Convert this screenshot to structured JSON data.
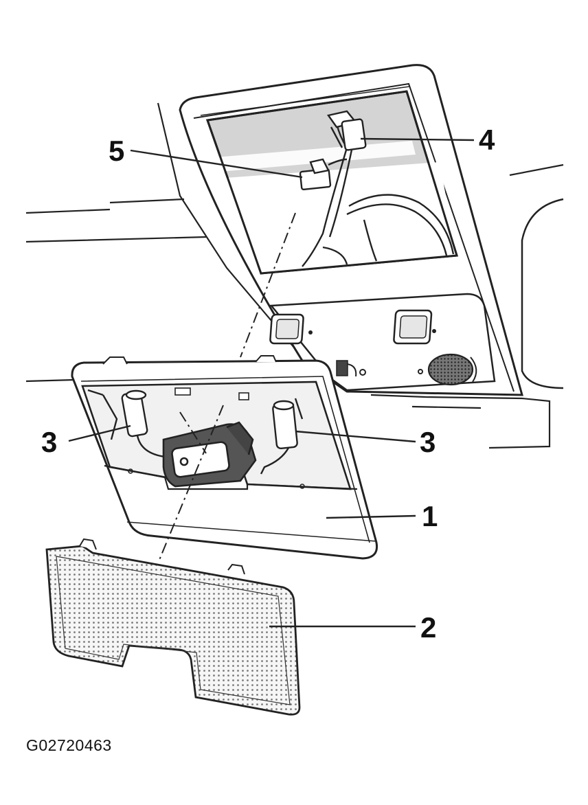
{
  "callouts": {
    "c1": "1",
    "c2": "2",
    "c3_left": "3",
    "c3_right": "3",
    "c4": "4",
    "c5": "5"
  },
  "figure_code": "G02720463",
  "colors": {
    "line": "#222222",
    "cavity_shade": "#d4d4d4",
    "lens_fill": "#f4f4f4",
    "panel_fill": "#ffffff"
  }
}
